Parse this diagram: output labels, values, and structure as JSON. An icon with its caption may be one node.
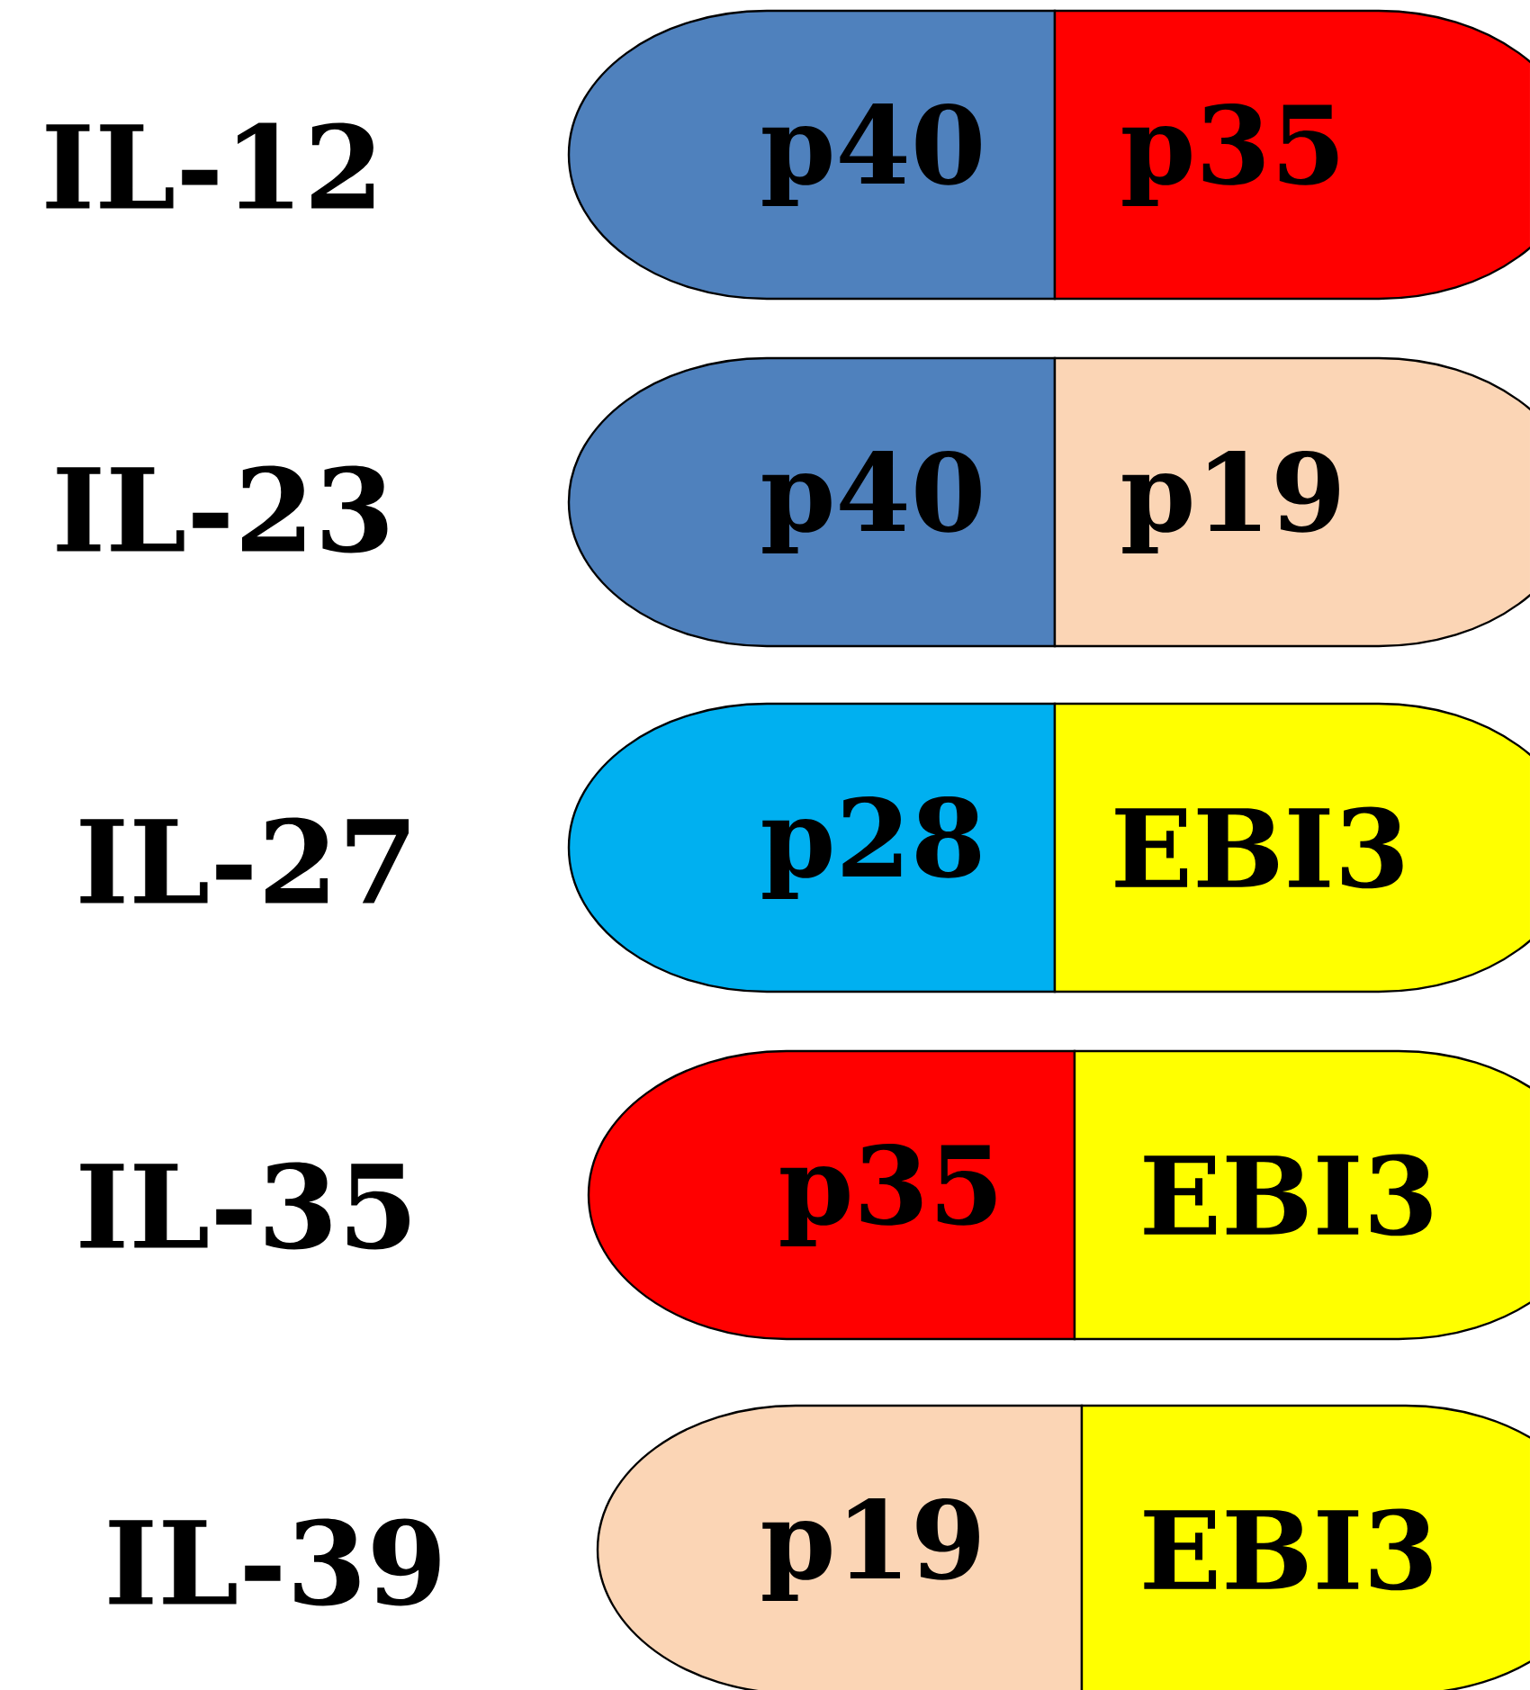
{
  "diagram": {
    "nodes": [
      {
        "text": [
          "p40"
        ]
      },
      {
        "text": [
          "p35"
        ]
      },
      {
        "text": [
          "p40"
        ]
      },
      {
        "text": [
          "p19"
        ]
      },
      {
        "text": [
          "p28"
        ]
      },
      {
        "text": [
          "EBI3"
        ]
      },
      {
        "text": [
          "p35"
        ]
      },
      {
        "text": [
          "EBI3"
        ]
      },
      {
        "text": [
          "p19"
        ]
      },
      {
        "text": [
          "EBI3"
        ]
      }
    ],
    "labels": [
      "IL-12",
      "IL-23",
      "IL-27",
      "IL-35",
      "IL-39"
    ]
  }
}
